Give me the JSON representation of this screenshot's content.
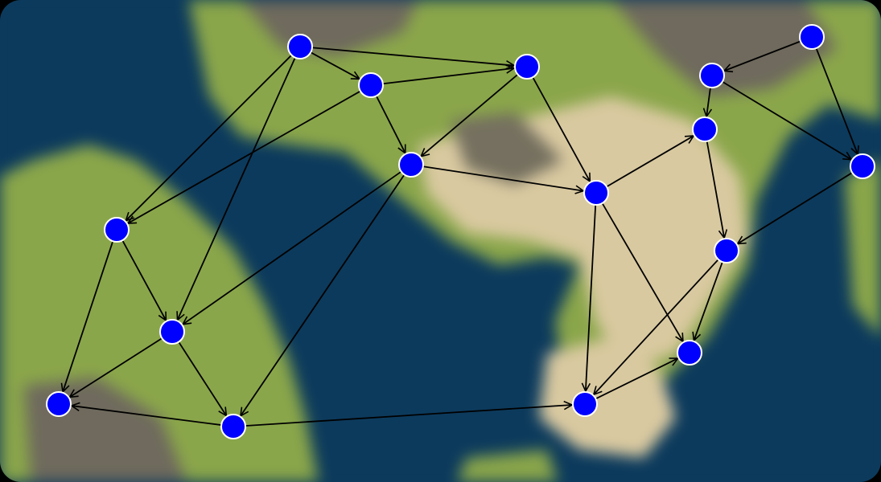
{
  "colors": {
    "ocean": "#0c3a5c",
    "forest": "#8aa64a",
    "sand": "#d9c9a0",
    "rock": "#6f6a5d",
    "node_fill": "#0000ff",
    "node_stroke": "#ffffff",
    "edge": "#000000"
  },
  "graph": {
    "directed": "bidirectional",
    "nodes": [
      {
        "id": "n1"
      },
      {
        "id": "n2"
      },
      {
        "id": "n3"
      },
      {
        "id": "n4"
      },
      {
        "id": "n5"
      },
      {
        "id": "n6"
      },
      {
        "id": "n7"
      },
      {
        "id": "n8"
      },
      {
        "id": "n9"
      },
      {
        "id": "n10"
      },
      {
        "id": "n11"
      },
      {
        "id": "n12"
      },
      {
        "id": "n13"
      },
      {
        "id": "n14"
      },
      {
        "id": "n15"
      },
      {
        "id": "n16"
      },
      {
        "id": "n17"
      }
    ],
    "edges": [
      [
        "n1",
        "n2"
      ],
      [
        "n1",
        "n3"
      ],
      [
        "n1",
        "n5"
      ],
      [
        "n1",
        "n8"
      ],
      [
        "n2",
        "n3"
      ],
      [
        "n2",
        "n4"
      ],
      [
        "n2",
        "n5"
      ],
      [
        "n3",
        "n6"
      ],
      [
        "n4",
        "n6"
      ],
      [
        "n4",
        "n8"
      ],
      [
        "n4",
        "n13"
      ],
      [
        "n5",
        "n7"
      ],
      [
        "n5",
        "n8"
      ],
      [
        "n6",
        "n11"
      ],
      [
        "n6",
        "n14"
      ],
      [
        "n6",
        "n16"
      ],
      [
        "n7",
        "n8"
      ],
      [
        "n7",
        "n13"
      ],
      [
        "n9",
        "n10"
      ],
      [
        "n9",
        "n12"
      ],
      [
        "n10",
        "n11"
      ],
      [
        "n10",
        "n15"
      ],
      [
        "n11",
        "n15"
      ],
      [
        "n12",
        "n15"
      ],
      [
        "n13",
        "n16"
      ],
      [
        "n15",
        "n16"
      ],
      [
        "n15",
        "n17"
      ],
      [
        "n16",
        "n17"
      ]
    ]
  }
}
